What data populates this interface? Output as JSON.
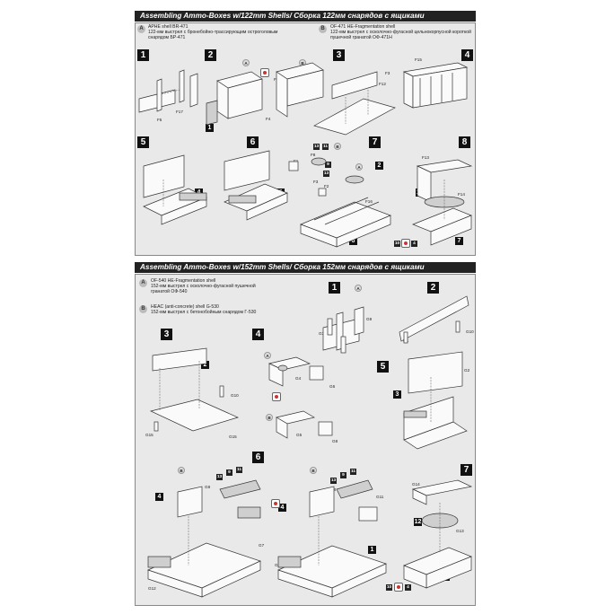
{
  "sections": [
    {
      "title": "Assembling Ammo-Boxes w/122mm Shells/ Сборка 122мм снарядов с ящиками",
      "variants": [
        {
          "badge": "A",
          "title": "APHE shell BR-471",
          "text": "122-мм выстрел с бронебойно-трассирующим остроголовым снарядом БР-471"
        },
        {
          "badge": "B",
          "title": "OF-471 HE-Fragmentation shell",
          "text": "122-мм выстрел с осколочно-фугасной цельнокорпусной короткой пушечной гранатой ОФ-471Н"
        }
      ],
      "steps": [
        "1",
        "2",
        "3",
        "4",
        "5",
        "6",
        "7",
        "8"
      ],
      "sub_refs": [
        "1",
        "3",
        "4",
        "5",
        "2",
        "6",
        "12",
        "7"
      ],
      "part_labels": [
        "F5",
        "F17",
        "F16",
        "F4",
        "F16",
        "F12",
        "F3",
        "F15",
        "F10",
        "F11",
        "F1",
        "F3",
        "F2",
        "F8",
        "F9",
        "F13",
        "F14",
        "F16"
      ],
      "callouts": [
        "13",
        "11",
        "9",
        "13",
        "10",
        "4"
      ],
      "variant_markers": [
        "A",
        "B",
        "B",
        "A"
      ]
    },
    {
      "title": "Assembling Ammo-Boxes w/152mm Shells/ Сборка 152мм снарядов с ящиками",
      "variants": [
        {
          "badge": "A",
          "title": "OF-540 HE-Fragmentation shell",
          "text": "152-мм выстрел с осколочно-фугасной пушечной гранатой ОФ-540"
        },
        {
          "badge": "B",
          "title": "HEAC (anti-concrete) shell G-530",
          "text": "152-мм выстрел с бетонобойным снарядом Г-530"
        }
      ],
      "steps": [
        "1",
        "2",
        "3",
        "4",
        "5",
        "6",
        "7"
      ],
      "sub_refs": [
        "2",
        "3",
        "4",
        "5",
        "4",
        "1",
        "5",
        "12",
        "6"
      ],
      "part_labels": [
        "G3",
        "G2",
        "G7",
        "G9",
        "G1",
        "G10",
        "G10",
        "G15",
        "G15",
        "G4",
        "G6",
        "G5",
        "G8",
        "G2",
        "G10",
        "G8",
        "G7",
        "G12",
        "G11",
        "G12",
        "G14",
        "G13",
        "G8"
      ],
      "callouts": [
        "13",
        "9",
        "11",
        "13",
        "9",
        "11",
        "10",
        "4"
      ],
      "variant_markers": [
        "A",
        "B",
        "A",
        "B",
        "B"
      ]
    }
  ]
}
